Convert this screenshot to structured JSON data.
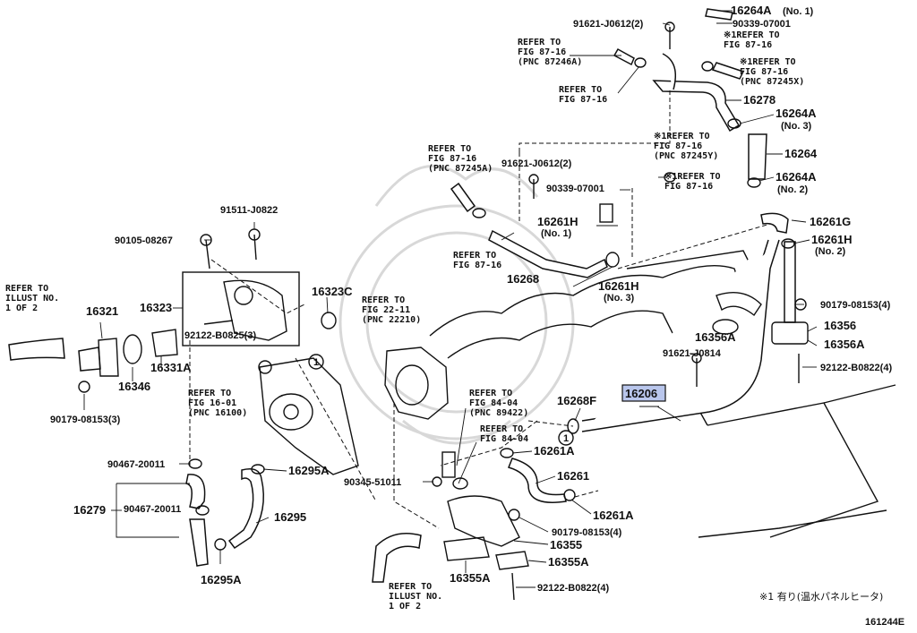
{
  "parts": {
    "p16264A_top": "16264A",
    "p16264A_top_qty": "(No. 1)",
    "p90339_top": "90339-07001",
    "p91621_top": "91621-J0612(2)",
    "ref_8716_a": "REFER TO\nFIG 87-16\n(PNC 87246A)",
    "ref_8716_b": "※1REFER TO\nFIG 87-16",
    "ref_8716_c": "※1REFER TO\nFIG 87-16\n(PNC 87245X)",
    "ref_8716_d": "REFER TO\nFIG 87-16",
    "p16278": "16278",
    "p16264A_mid": "16264A",
    "p16264A_mid_qty": "(No. 3)",
    "ref_8716_e": "※1REFER TO\nFIG 87-16\n(PNC 87245Y)",
    "p16264": "16264",
    "ref_8716_f": "※1REFER TO\nFIG 87-16",
    "p16264A_low": "16264A",
    "p16264A_low_qty": "(No. 2)",
    "ref_8716_g": "REFER TO\nFIG 87-16\n(PNC 87245A)",
    "p91621_mid": "91621-J0612(2)",
    "p90339_mid": "90339-07001",
    "p16261H_1": "16261H",
    "p16261H_1_qty": "(No. 1)",
    "ref_8716_h": "REFER TO\nFIG 87-16",
    "p16268": "16268",
    "p16261H_3": "16261H",
    "p16261H_3_qty": "(No. 3)",
    "p16261G": "16261G",
    "p16261H_2": "16261H",
    "p16261H_2_qty": "(No. 2)",
    "p91511": "91511-J0822",
    "p90105": "90105-08267",
    "p16323C": "16323C",
    "ref_2211": "REFER TO\nFIG 22-11\n(PNC 22210)",
    "ref_illust_left": "REFER TO\nILLUST NO.\n1 OF 2",
    "p16321": "16321",
    "p16323": "16323",
    "p92122_left": "92122-B0825(3)",
    "p16331A": "16331A",
    "p16346": "16346",
    "p90179_left": "90179-08153(3)",
    "ref_1601": "REFER TO\nFIG 16-01\n(PNC 16100)",
    "circle_1a": "1",
    "circle_1b": "1",
    "ref_8404_a": "REFER TO\nFIG 84-04\n(PNC 89422)",
    "ref_8404_b": "REFER TO\nFIG 84-04",
    "p16268F": "16268F",
    "p16206": "16206",
    "p91621_J0814": "91621-J0814",
    "p16356A_a": "16356A",
    "p90179_right": "90179-08153(4)",
    "p16356": "16356",
    "p16356A_b": "16356A",
    "p92122_right": "92122-B0822(4)",
    "p90467_a": "90467-20011",
    "p16295A_a": "16295A",
    "p16279": "16279",
    "p90467_b": "90467-20011",
    "p16295": "16295",
    "p16295A_b": "16295A",
    "p90345": "90345-51011",
    "p16261A_a": "16261A",
    "p16261": "16261",
    "p16261A_b": "16261A",
    "p90179_low": "90179-08153(4)",
    "p16355": "16355",
    "p16355A_a": "16355A",
    "p16355A_b": "16355A",
    "p92122_low": "92122-B0822(4)",
    "ref_illust_bottom": "REFER TO\nILLUST NO.\n1 OF 2"
  },
  "footnote": "※1 有り(温水パネルヒータ)",
  "diagram_id": "161244E",
  "colors": {
    "highlight": "#b9c6ec",
    "line": "#111111"
  }
}
